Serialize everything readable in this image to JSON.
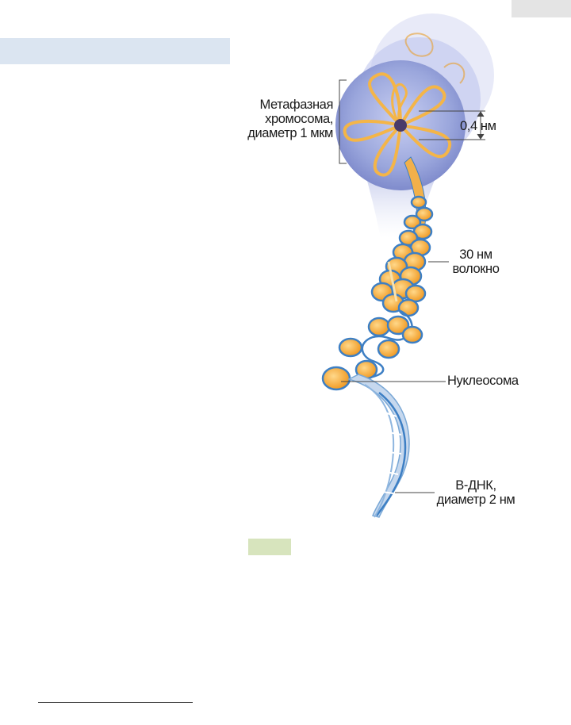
{
  "labels": {
    "metaphase_chromosome": [
      "Метафазная",
      "хромосома,",
      "диаметр 1 мкм"
    ],
    "width_measure": "0,4 нм",
    "fiber_30nm": [
      "30 нм",
      "волокно"
    ],
    "nucleosome": "Нуклеосома",
    "b_dna": [
      "B-ДНК,",
      "диаметр 2 нм"
    ]
  },
  "colors": {
    "chromosome_disc": "#9aa6dc",
    "chromatin_loop": "#f4b548",
    "nucleosome_core": "#f5a93a",
    "dna_wrap": "#3d7fc4",
    "dna_strand": "#7aa8d6",
    "header_band": "#dbe5f1",
    "caption_tag": "#d7e4bd"
  }
}
